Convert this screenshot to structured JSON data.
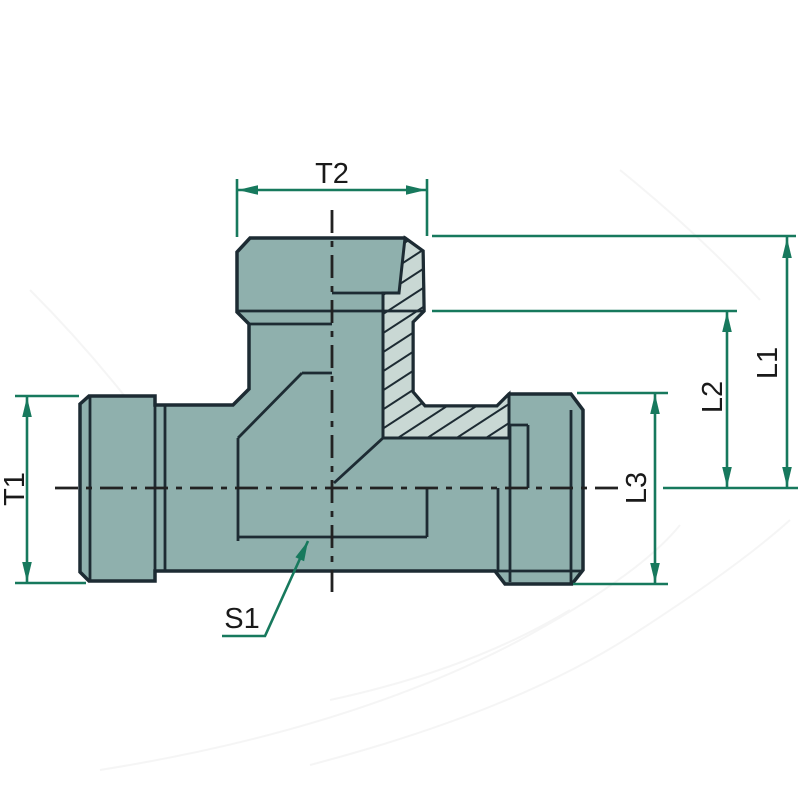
{
  "drawing": {
    "type": "technical-dimension-drawing",
    "part": "tee-fitting-half-section",
    "labels": {
      "t1": "T1",
      "t2": "T2",
      "l1": "L1",
      "l2": "L2",
      "l3": "L3",
      "s1": "S1"
    },
    "colors": {
      "dimension": "#17795d",
      "body_fill": "#8fb0ad",
      "section_fill": "#c9d8d4",
      "outline": "#1d2b33",
      "label_text": "#1a1a1a",
      "background": "#ffffff"
    }
  }
}
